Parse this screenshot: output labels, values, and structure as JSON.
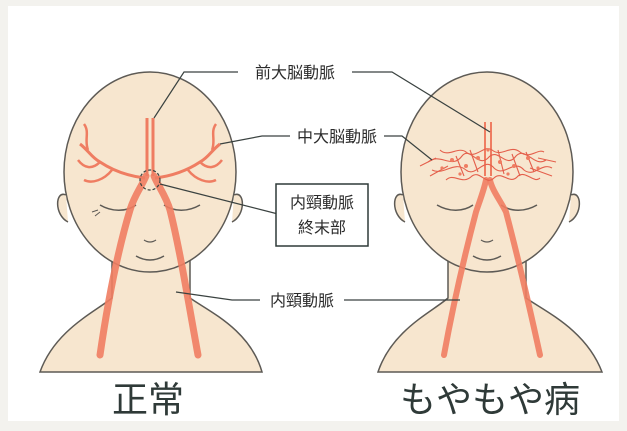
{
  "labels": {
    "aca": "前大脳動脈",
    "mca": "中大脳動脈",
    "ica_terminal_line1": "内頸動脈",
    "ica_terminal_line2": "終末部",
    "ica": "内頸動脈"
  },
  "captions": {
    "normal": "正常",
    "moyamoya": "もやもや病"
  },
  "colors": {
    "background": "#f3f2ee",
    "skin": "#f7e6cf",
    "outline": "#5d5a55",
    "artery": "#ef7d62",
    "artery_dark": "#e45f4b",
    "leader": "#3a4240",
    "box_border": "#2f3a38"
  }
}
